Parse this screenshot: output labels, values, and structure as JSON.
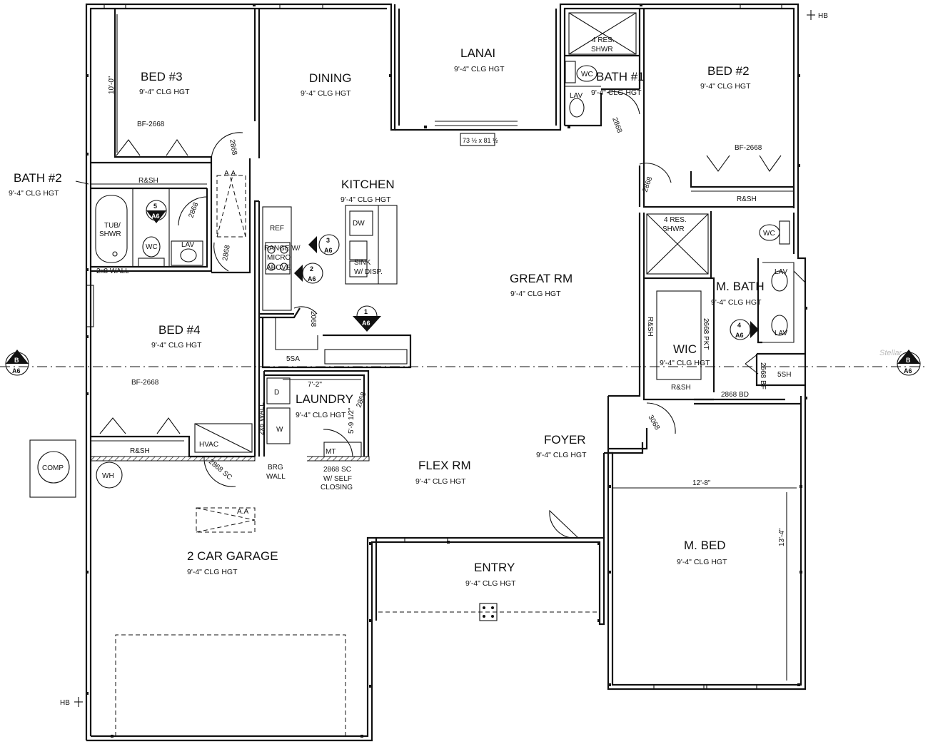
{
  "rooms": [
    {
      "id": "bed3",
      "name": "BED #3",
      "ceiling": "9'-4\" CLG HGT"
    },
    {
      "id": "dining",
      "name": "DINING",
      "ceiling": "9'-4\" CLG HGT"
    },
    {
      "id": "lanai",
      "name": "LANAI",
      "ceiling": "9'-4\" CLG HGT"
    },
    {
      "id": "bath1",
      "name": "BATH #1",
      "ceiling": "9'-4\" CLG HGT"
    },
    {
      "id": "bed2",
      "name": "BED #2",
      "ceiling": "9'-4\" CLG HGT"
    },
    {
      "id": "bath2",
      "name": "BATH #2",
      "ceiling": "9'-4\" CLG HGT"
    },
    {
      "id": "kitchen",
      "name": "KITCHEN",
      "ceiling": "9'-4\" CLG HGT"
    },
    {
      "id": "greatrm",
      "name": "GREAT RM",
      "ceiling": "9'-4\" CLG HGT"
    },
    {
      "id": "mbath",
      "name": "M. BATH",
      "ceiling": "9'-4\" CLG HGT"
    },
    {
      "id": "bed4",
      "name": "BED #4",
      "ceiling": "9'-4\" CLG HGT"
    },
    {
      "id": "wic",
      "name": "WIC",
      "ceiling": "9'-4\" CLG HGT"
    },
    {
      "id": "laundry",
      "name": "LAUNDRY",
      "ceiling": "9'-4\" CLG HGT"
    },
    {
      "id": "foyer",
      "name": "FOYER",
      "ceiling": "9'-4\" CLG HGT"
    },
    {
      "id": "flexrm",
      "name": "FLEX RM",
      "ceiling": "9'-4\" CLG HGT"
    },
    {
      "id": "garage",
      "name": "2 CAR GARAGE",
      "ceiling": "9'-4\" CLG HGT"
    },
    {
      "id": "entry",
      "name": "ENTRY",
      "ceiling": "9'-4\" CLG HGT"
    },
    {
      "id": "mbed",
      "name": "M. BED",
      "ceiling": "9'-4\" CLG HGT"
    }
  ],
  "labels": {
    "hb": "HB",
    "res_shwr": "4 RES.",
    "shwr": "SHWR",
    "wc": "WC",
    "lav": "LAV",
    "bf2668": "BF-2668",
    "rsh": "R&SH",
    "d2868": "2868",
    "aa": "A.A.",
    "aa2": "A.A",
    "tub": "TUB/",
    "tub_shwr": "SHWR",
    "ref": "REF",
    "range1": "RANGE W/",
    "range2": "MICRO",
    "range3": "ABOVE",
    "dw": "DW",
    "sink1": "SINK",
    "sink2": "W/ DISP.",
    "wall2x8": "2x8 WALL",
    "wall2x6": "2x6 WALL",
    "window_size": "73 ½ x 81 ½",
    "d2068": "2068",
    "sa5": "5SA",
    "dim_7_2": "7'-2\"",
    "dim_5_9": "5'-9 1/2\"",
    "dryer": "D",
    "washer": "W",
    "hvac": "HVAC",
    "sc2868": "2868 SC",
    "brg1": "BRG",
    "brg2": "WALL",
    "mt": "MT",
    "sc1": "2868 SC",
    "sc2": "W/ SELF",
    "sc3": "CLOSING",
    "comp": "COMP",
    "wh": "WH",
    "d3068": "3068",
    "bd2868": "2868 BD",
    "pkt2668": "2668 PKT",
    "bf2668v": "2668 BF",
    "sh5": "5SH",
    "dim_12_8": "12'-8\"",
    "dim_13_4": "13'-4\"",
    "dim_10_0": "10'-0\"",
    "watermark": "Stellar"
  },
  "section_markers": [
    {
      "id": "m5",
      "num": "5",
      "sheet": "A6"
    },
    {
      "id": "m3",
      "num": "3",
      "sheet": "A6"
    },
    {
      "id": "m2",
      "num": "2",
      "sheet": "A6"
    },
    {
      "id": "m1",
      "num": "1",
      "sheet": "A6"
    },
    {
      "id": "m4",
      "num": "4",
      "sheet": "A6"
    },
    {
      "id": "mbl",
      "num": "B",
      "sheet": "A6"
    },
    {
      "id": "mbr",
      "num": "B",
      "sheet": "A6"
    }
  ]
}
